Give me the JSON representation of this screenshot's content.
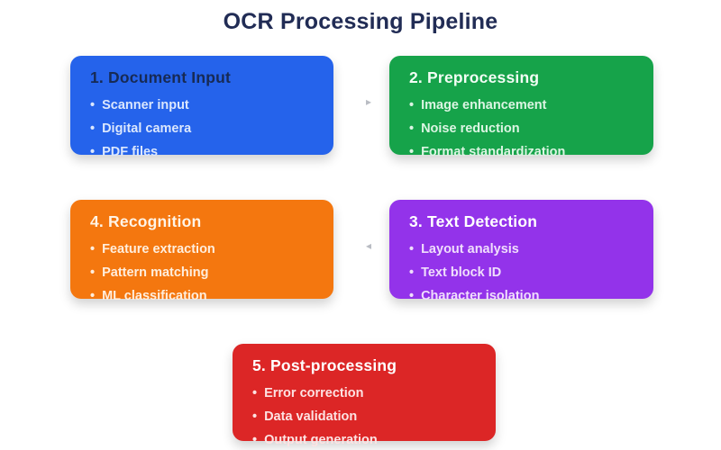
{
  "title": "OCR Processing Pipeline",
  "colors": {
    "title_text": "#212c55",
    "box_blue": "#2563eb",
    "box_green": "#16a34a",
    "box_orange": "#f4770f",
    "box_purple": "#9333ea",
    "box_red": "#dc2626",
    "blue_heading_text": "#172a54",
    "light_heading_text": "#ffffff",
    "arrow_gray": "#b9bcc3"
  },
  "boxes": [
    {
      "heading": "1. Document Input",
      "items": [
        "Scanner input",
        "Digital camera",
        "PDF files"
      ]
    },
    {
      "heading": "2. Preprocessing",
      "items": [
        "Image enhancement",
        "Noise reduction",
        "Format standardization"
      ]
    },
    {
      "heading": "4. Recognition",
      "items": [
        "Feature extraction",
        "Pattern matching",
        "ML classification"
      ]
    },
    {
      "heading": "3. Text Detection",
      "items": [
        "Layout analysis",
        "Text block ID",
        "Character isolation"
      ]
    },
    {
      "heading": "5. Post-processing",
      "items": [
        "Error correction",
        "Data validation",
        "Output generation"
      ]
    }
  ],
  "arrows": [
    {
      "glyph": "▸"
    },
    {
      "glyph": "◂"
    }
  ]
}
